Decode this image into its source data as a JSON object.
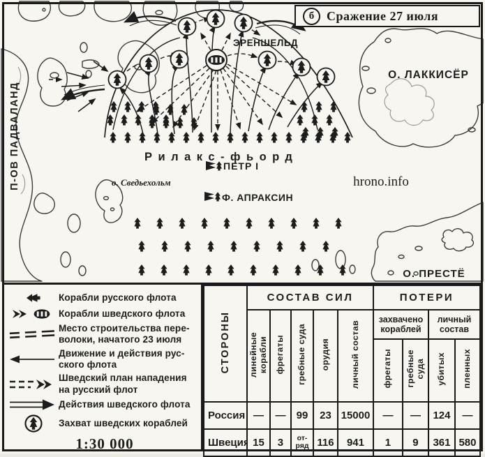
{
  "title": {
    "badge": "б",
    "text": "Сражение 27 июля"
  },
  "watermark": "hrono.info",
  "map": {
    "scale": "1:30 000",
    "labels": {
      "peninsula": "П-ОВ ПАДВАЛАНД",
      "island_lakkiser": "О. ЛАККИСЁР",
      "island_preste": "О. ПРЕСТЁ",
      "island_svedjeholm": "о. Сведьехольм",
      "fjord": "Рилакс-фьорд",
      "flagship": "ЭРЕНШЕЛЬД",
      "commander_peter": "ПЕТР I",
      "commander_apraksin": "Ф. АПРАКСИН"
    }
  },
  "legend": {
    "items": [
      {
        "icon": "russian-ship-icon",
        "text": "Корабли русского флота"
      },
      {
        "icon": "swedish-ship-icon",
        "text": "Корабли шведского флота"
      },
      {
        "icon": "portage-site-icon",
        "text": "Место строительства пере-\nволоки, начатого 23 июля"
      },
      {
        "icon": "russian-movement-arrow-icon",
        "text": "Движение и действия рус-\nского флота"
      },
      {
        "icon": "swedish-plan-arrow-icon",
        "text": "Шведский план нападения\nна русский флот"
      },
      {
        "icon": "swedish-action-arrow-icon",
        "text": "Действия шведского флота"
      },
      {
        "icon": "captured-ship-icon",
        "text": "Захват шведских кораблей"
      }
    ]
  },
  "table": {
    "col_sides": "СТОРОНЫ",
    "group_forces": "СОСТАВ СИЛ",
    "group_losses": "ПОТЕРИ",
    "forces_cols": [
      "линейные\nкорабли",
      "фрегаты",
      "гребные суда",
      "орудия",
      "личный состав"
    ],
    "losses_groups": [
      {
        "label": "захвачено\nкораблей",
        "cols": [
          "фрегаты",
          "гребные\nсуда"
        ]
      },
      {
        "label": "личный\nсостав",
        "cols": [
          "убитых",
          "пленных"
        ]
      }
    ],
    "rows": [
      {
        "side": "Россия",
        "values": [
          "—",
          "—",
          "99",
          "23",
          "15000",
          "—",
          "—",
          "124",
          "—"
        ]
      },
      {
        "side": "Швеция",
        "values": [
          "15",
          "3",
          "от-\nряд",
          "116",
          "941",
          "1",
          "9",
          "361",
          "580"
        ]
      }
    ]
  }
}
